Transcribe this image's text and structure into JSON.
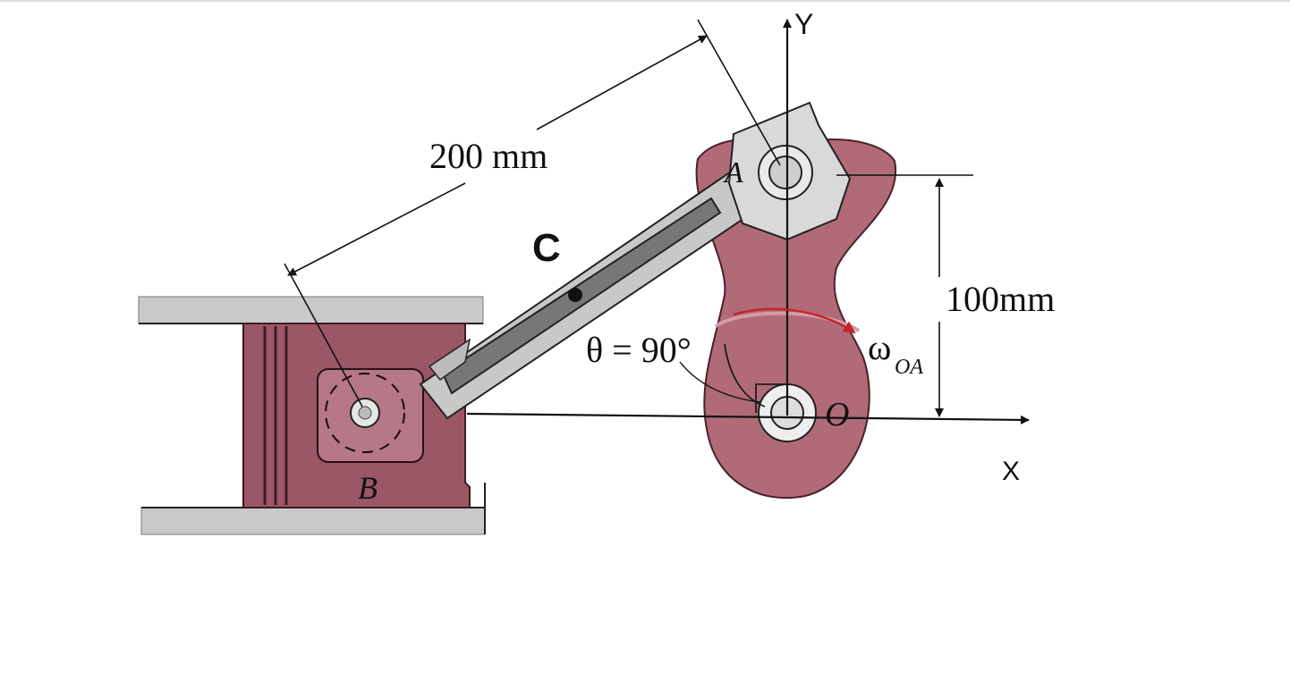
{
  "labels": {
    "length_bc": "200 mm",
    "height_a": "100mm",
    "angle": "θ = 90°",
    "omega": "ω",
    "omega_sub": "OA",
    "axis_y": "Y",
    "axis_x": "X",
    "point_a": "A",
    "point_b": "B",
    "point_c": "C",
    "point_o": "O"
  },
  "colors": {
    "crank": "#b06a78",
    "piston": "#9b5766",
    "rod": "#c8c8c8",
    "rod_slot": "#777777",
    "wall": "#c9c9c9",
    "arrow_red": "#c0272d"
  }
}
